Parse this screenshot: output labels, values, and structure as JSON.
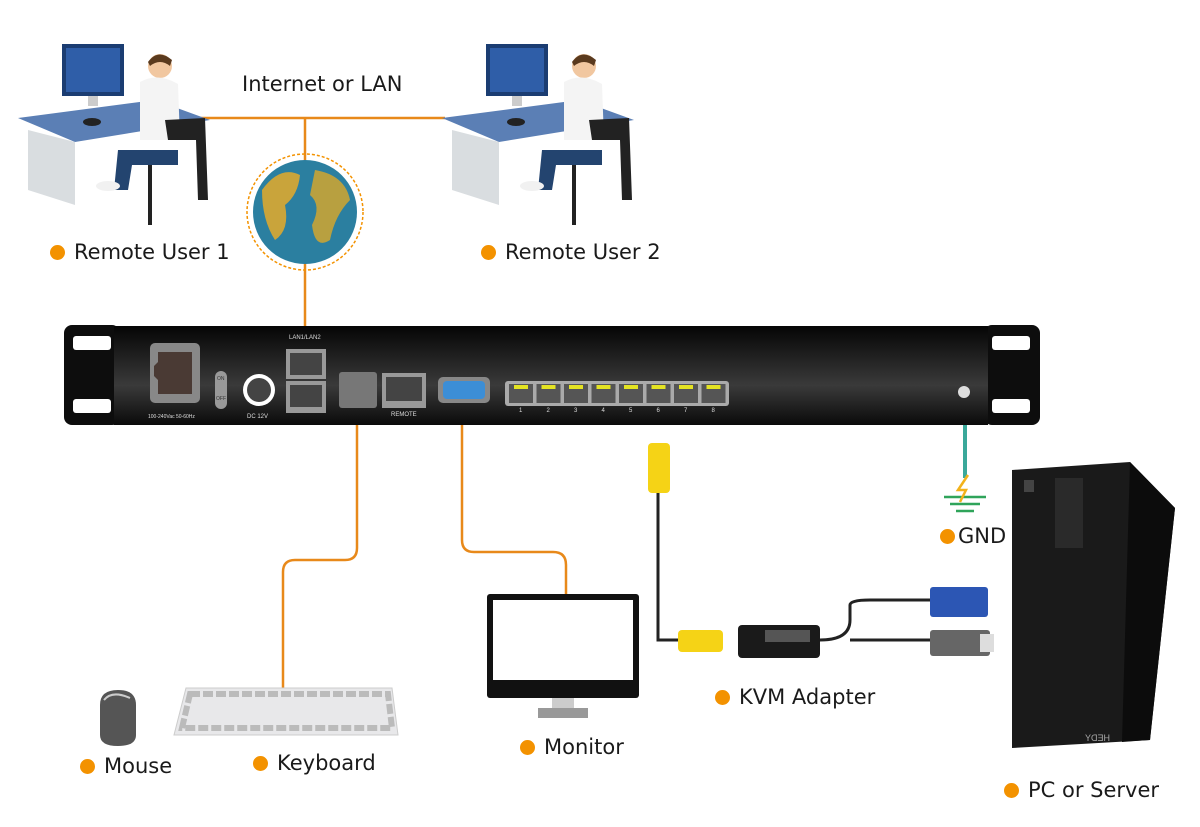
{
  "colors": {
    "accent": "#f39200",
    "cable": "#e8891a",
    "ground": "#3aa89a",
    "device": "#111111"
  },
  "network_label": "Internet or LAN",
  "labels": {
    "remote_user_1": "Remote User 1",
    "remote_user_2": "Remote User 2",
    "gnd": "GND",
    "mouse": "Mouse",
    "keyboard": "Keyboard",
    "monitor": "Monitor",
    "kvm_adapter": "KVM Adapter",
    "pc_server": "PC or Server"
  },
  "device": {
    "power_rating": "100-240Vac 50-60Hz",
    "switch_on": "ON",
    "switch_off": "OFF",
    "dc": "DC 12V",
    "lan": "LAN1/LAN2",
    "remote": "REMOTE",
    "ports": [
      "1",
      "2",
      "3",
      "4",
      "5",
      "6",
      "7",
      "8"
    ]
  },
  "pc_logo": "HEDY"
}
